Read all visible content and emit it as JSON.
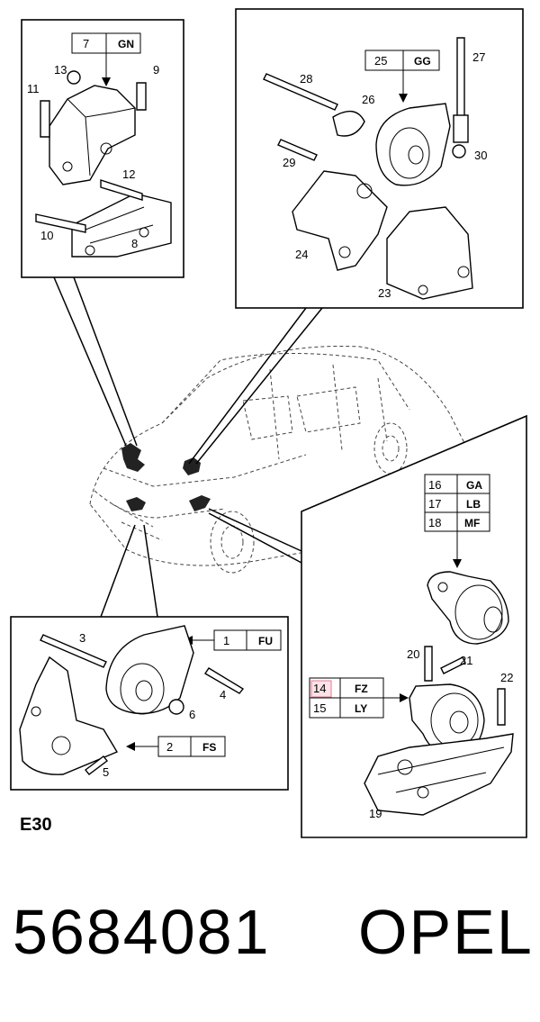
{
  "page_label": "E30",
  "part_number": "5684081",
  "brand": "OPEL",
  "highlight_color": "#e87a94",
  "panels": {
    "top_left": {
      "codes": [
        {
          "num": "7",
          "code": "GN"
        }
      ],
      "labels": [
        "13",
        "9",
        "11",
        "12",
        "10",
        "8"
      ]
    },
    "top_right": {
      "codes": [
        {
          "num": "25",
          "code": "GG"
        }
      ],
      "labels": [
        "28",
        "27",
        "26",
        "29",
        "30",
        "24",
        "23"
      ]
    },
    "bottom_left": {
      "codes": [
        {
          "num": "1",
          "code": "FU"
        },
        {
          "num": "2",
          "code": "FS"
        }
      ],
      "labels": [
        "3",
        "4",
        "6",
        "5"
      ]
    },
    "bottom_right": {
      "codes": [
        {
          "num": "16",
          "code": "GA"
        },
        {
          "num": "17",
          "code": "LB"
        },
        {
          "num": "18",
          "code": "MF"
        },
        {
          "num": "14",
          "code": "FZ"
        },
        {
          "num": "15",
          "code": "LY"
        }
      ],
      "labels": [
        "20",
        "21",
        "22",
        "19"
      ]
    }
  }
}
